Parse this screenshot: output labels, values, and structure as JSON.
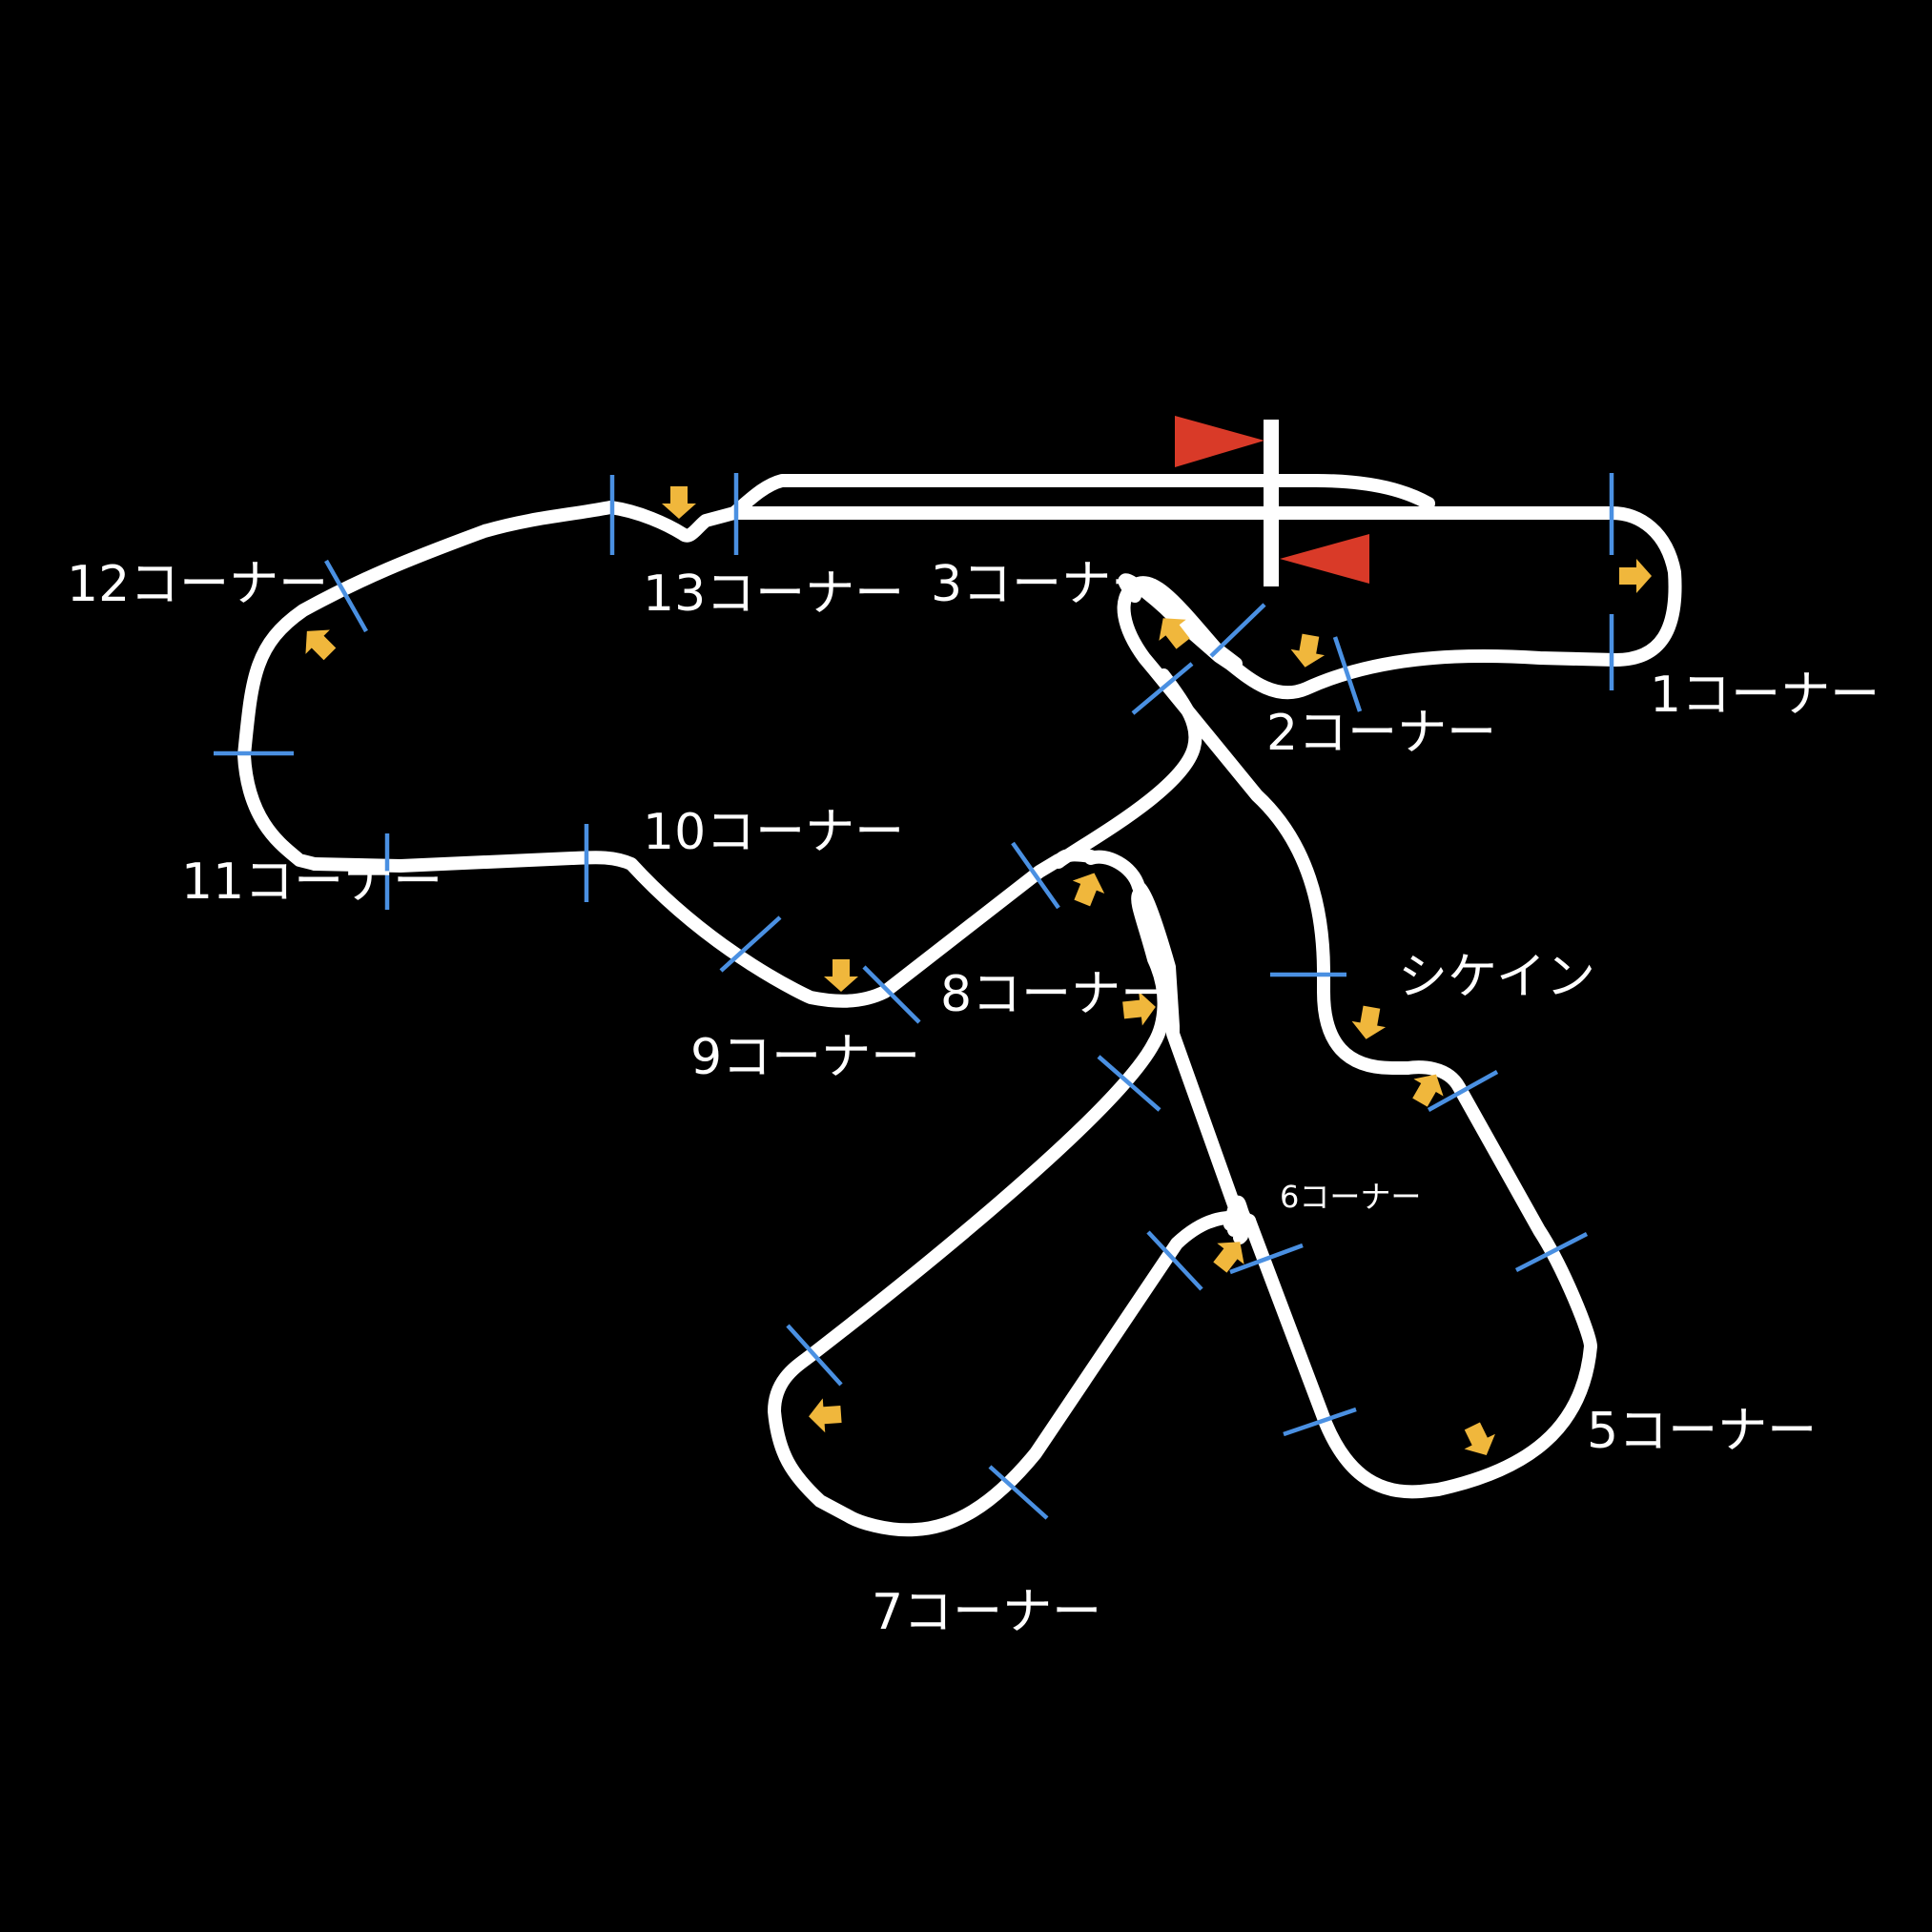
{
  "map": {
    "colors": {
      "background": "#000000",
      "track": "#ffffff",
      "sector_marker": "#4a90e2",
      "direction_arrow": "#f0b73c",
      "flag": "#d93a28"
    },
    "corners": [
      {
        "id": "c1",
        "label": "1コーナー"
      },
      {
        "id": "c2",
        "label": "2コーナー"
      },
      {
        "id": "c3",
        "label": "3コーナー"
      },
      {
        "id": "chicane",
        "label": "シケイン"
      },
      {
        "id": "c5",
        "label": "5コーナー"
      },
      {
        "id": "c6",
        "label": "6コーナー"
      },
      {
        "id": "c7",
        "label": "7コーナー"
      },
      {
        "id": "c8",
        "label": "8コーナー"
      },
      {
        "id": "c9",
        "label": "9コーナー"
      },
      {
        "id": "c10",
        "label": "10コーナー"
      },
      {
        "id": "c11",
        "label": "11コーナー"
      },
      {
        "id": "c12",
        "label": "12コーナー"
      },
      {
        "id": "c13",
        "label": "13コーナー"
      }
    ],
    "icons": {
      "direction": "direction-arrow-icon",
      "flag": "pennant-flag-icon"
    }
  }
}
